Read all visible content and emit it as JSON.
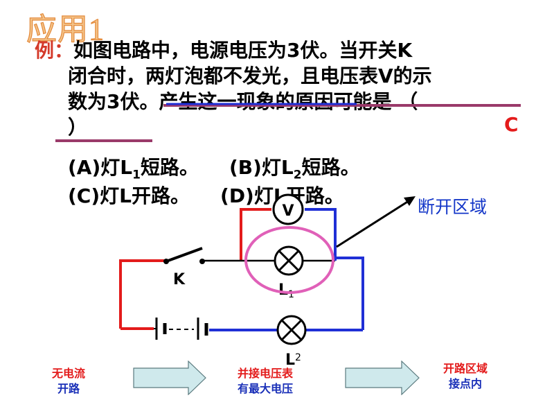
{
  "title": "应用1",
  "question": {
    "label": "例：",
    "line1": "如图电路中，电源电压为3伏。当开关K",
    "line2": "闭合时，两灯泡都不发光，且电压表V的示",
    "line3": "数为3伏。产生这一现象的原因可能是 （",
    "line4": "）"
  },
  "answer": "C",
  "options": {
    "a_prefix": "(A)灯L",
    "a_sub": "1",
    "a_suffix": "短路。",
    "b_prefix": "(B)灯L",
    "b_sub": "2",
    "b_suffix": "短路。",
    "c_text": "(C)灯L",
    "c_rest": "开路。",
    "d_text": "(D)灯L",
    "d_rest": "开路。"
  },
  "circuit": {
    "voltmeter": "V",
    "switch": "K",
    "lamp1_label": "L",
    "lamp1_sub": "1",
    "lamp2_label": "L",
    "lamp2_sub": "2"
  },
  "callout": "断开区域",
  "flow": [
    {
      "l1": "无电流",
      "l2": "开路"
    },
    {
      "l1": "并接电压表",
      "l2": "有最大电压"
    },
    {
      "l1": "开路区域",
      "l2": "接点内"
    }
  ],
  "colors": {
    "title_fill": "#f4c48a",
    "red_wire": "#e31b1b",
    "blue_wire": "#1f2fd6",
    "highlight_ring": "#e060b8",
    "strike": "#9a3a6a",
    "arrow_fill": "#cfe9ec"
  }
}
